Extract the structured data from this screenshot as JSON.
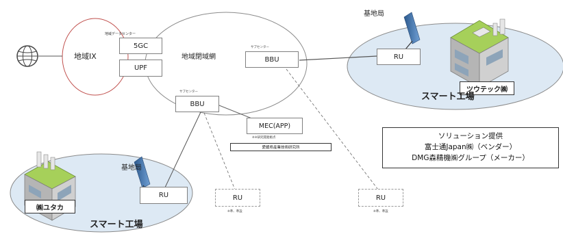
{
  "regional_ix": "地域IX",
  "regional_dc": "地域データセンター",
  "regional_net": "地域閉域網",
  "core": {
    "fivegc": "5GC",
    "upf": "UPF"
  },
  "sub_center_top": "サブセンター",
  "sub_center_left": "サブセンター",
  "bbu_top": "BBU",
  "bbu_left": "BBU",
  "base_station_top": "基地局",
  "base_station_left": "基地局",
  "ru_right": "RU",
  "ru_left": "RU",
  "ru_mid": "RU",
  "ru_far": "RU",
  "ru_mid_note": "※準、準設",
  "ru_far_note": "※準、準設",
  "mec": "MEC(APP)",
  "mec_note": "※※研究開発拠点",
  "research_lab": "愛媛県産業技術研究所",
  "factory_right_name": "ツウテック㈱",
  "factory_left_name": "㈱ユタカ",
  "smart_factory_right": "スマート工場",
  "smart_factory_left": "スマート工場",
  "solution": {
    "line1": "ソリューション提供",
    "line2": "富士通Japan㈱（ベンダー）",
    "line3": "DMG森精機㈱グループ（メーカー）"
  },
  "colors": {
    "ellipse_fill": "#dde9f4",
    "ellipse_stroke": "#888888",
    "roof_green": "#8dc63f",
    "wall_gray": "#bfbfbf",
    "antenna_blue": "#3d6fa8",
    "ix_stroke": "#c0504d"
  },
  "icons": {
    "globe": "globe-icon",
    "antenna": "antenna-icon",
    "factory": "factory-icon"
  }
}
